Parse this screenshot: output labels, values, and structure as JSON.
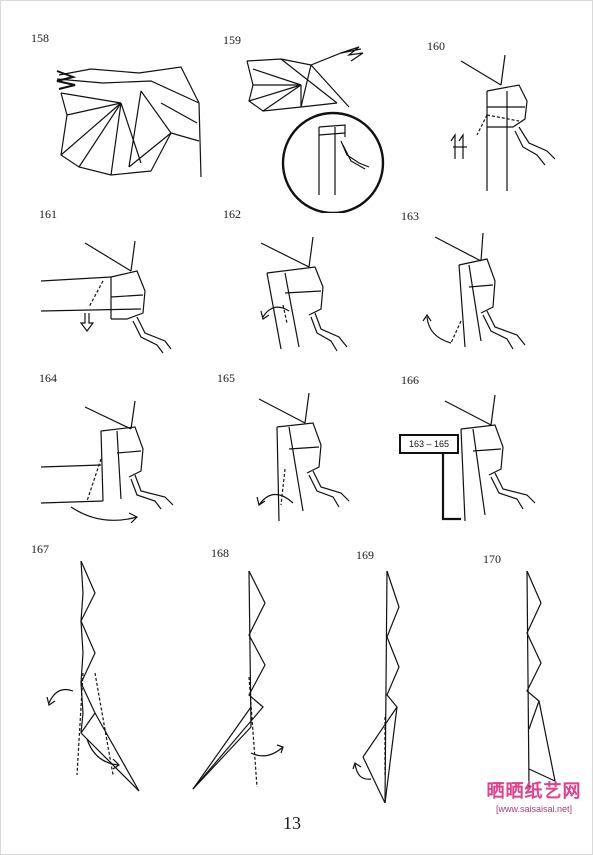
{
  "steps": [
    "158",
    "159",
    "160",
    "161",
    "162",
    "163",
    "164",
    "165",
    "166",
    "167",
    "168",
    "169",
    "170"
  ],
  "ref_box_label": "163 – 165",
  "page_number": "13",
  "watermark": {
    "title": "晒晒纸艺网",
    "url": "[www.saisaisai.net]"
  },
  "colors": {
    "ink": "#111111",
    "watermark": "#e0408a"
  }
}
